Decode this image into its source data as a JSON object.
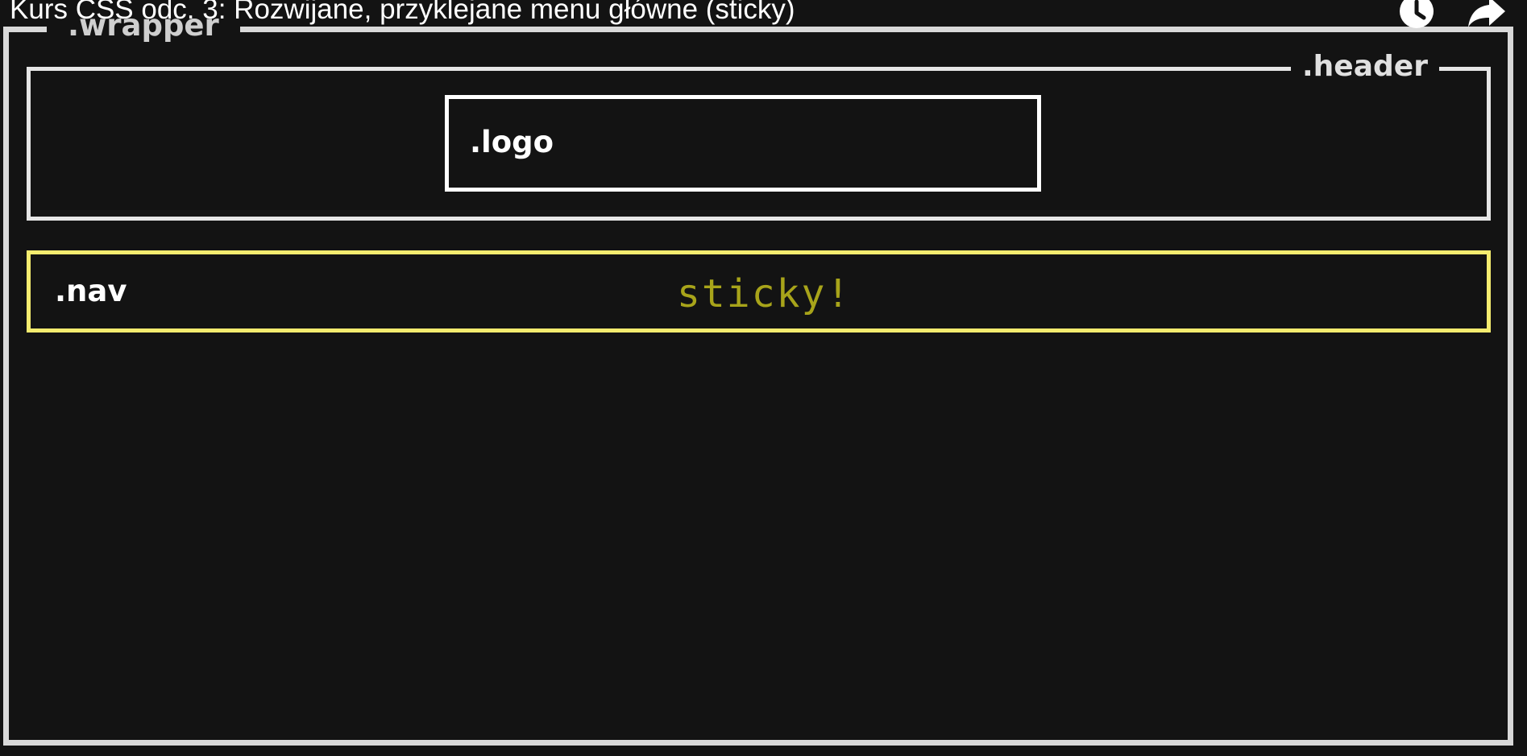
{
  "player": {
    "title": "Kurs CSS odc. 3: Rozwijane, przyklejane menu główne (sticky)",
    "icons": {
      "watch_later": "clock-icon",
      "share": "share-arrow-icon"
    }
  },
  "diagram": {
    "wrapper_label": ".wrapper",
    "header_label": ".header",
    "logo_label": ".logo",
    "nav_label": ".nav",
    "sticky_label": "sticky!"
  },
  "colors": {
    "background": "#131313",
    "wrapper_border": "#d9d9d9",
    "header_border": "#e6e6e6",
    "logo_border": "#ffffff",
    "nav_border": "#f4ec6f",
    "sticky_text": "#a8a41a"
  }
}
